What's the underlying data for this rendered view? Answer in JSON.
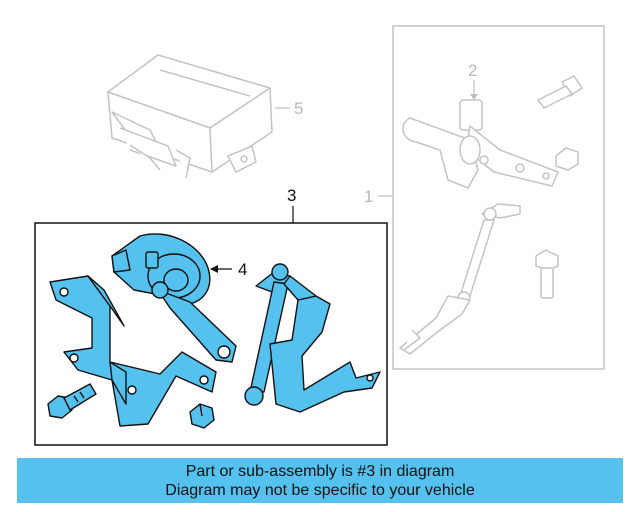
{
  "callouts": {
    "one": "1",
    "two": "2",
    "three": "3",
    "four": "4",
    "five": "5"
  },
  "banner": {
    "line1": "Part or sub-assembly is #3 in diagram",
    "line2": "Diagram may not be specific to your vehicle"
  },
  "colors": {
    "highlight": "#55c1ee",
    "ghost_line": "#bdbdbd",
    "dark_line": "#111111"
  }
}
